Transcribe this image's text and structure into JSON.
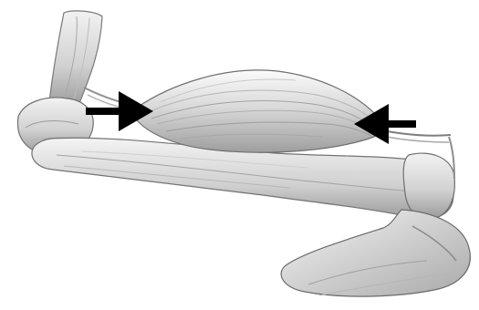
{
  "image": {
    "subject": "muscle-arm-illustration",
    "style": "grayscale",
    "colors": {
      "background": "#ffffff",
      "muscle_light": "#e6e6e6",
      "muscle_mid": "#b9b9b9",
      "bone_light": "#dedede",
      "bone_shadow": "#8f8f8f",
      "outline": "#6f6f6f",
      "arrow": "#000000"
    }
  },
  "arrows": {
    "count": 2,
    "icons": [
      "arrow-right-icon",
      "arrow-left-icon"
    ]
  }
}
